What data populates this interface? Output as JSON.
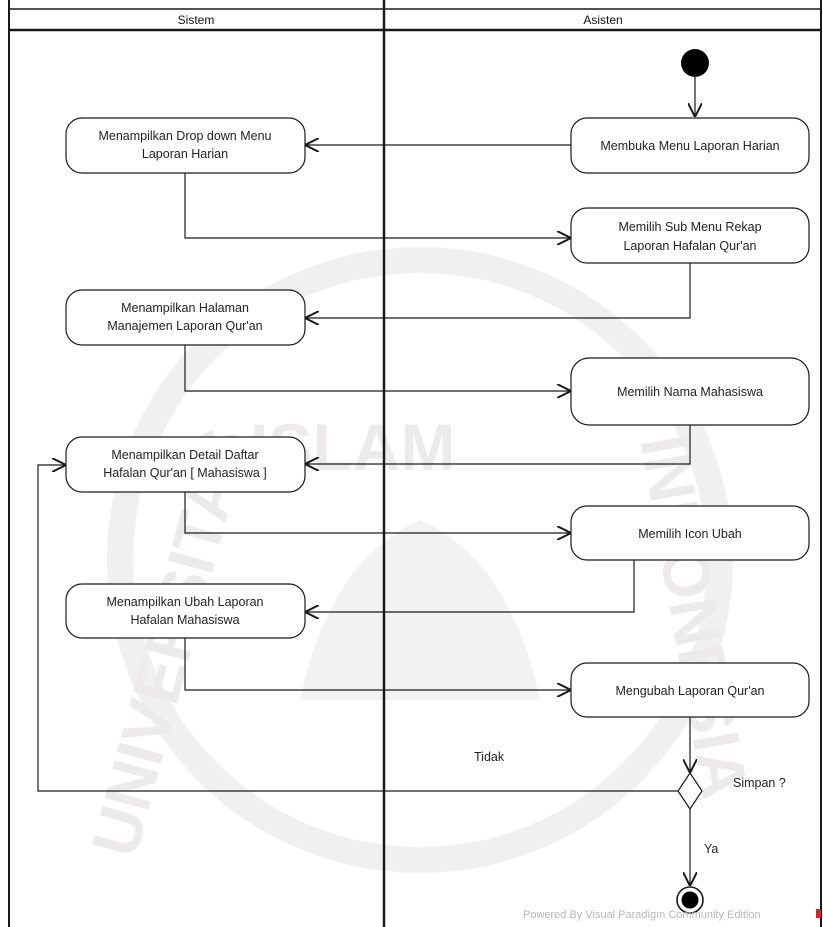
{
  "swimlanes": {
    "left_title": "Sistem",
    "right_title": "Asisten"
  },
  "nodes": {
    "sys_dropdown": [
      "Menampilkan Drop down Menu",
      "Laporan Harian"
    ],
    "sys_manajemen": [
      "Menampilkan Halaman",
      "Manajemen Laporan Qur'an"
    ],
    "sys_detail": [
      "Menampilkan Detail Daftar",
      "Hafalan Qur'an [ Mahasiswa ]"
    ],
    "sys_ubah": [
      "Menampilkan Ubah Laporan",
      "Hafalan Mahasiswa"
    ],
    "ast_buka": [
      "Membuka Menu Laporan Harian"
    ],
    "ast_submenu": [
      "Memilih Sub Menu Rekap",
      "Laporan Hafalan Qur'an"
    ],
    "ast_nama": [
      "Memilih Nama Mahasiswa"
    ],
    "ast_icon": [
      "Memilih Icon Ubah"
    ],
    "ast_ubah": [
      "Mengubah Laporan Qur'an"
    ]
  },
  "decision": {
    "question": "Simpan ?",
    "no_label": "Tidak",
    "yes_label": "Ya"
  },
  "watermark": {
    "text_left": "UNIVERSITAS",
    "text_top": "ISLAM",
    "text_right": "INDONESIA"
  },
  "footer": {
    "powered_by": "Powered By  Visual Paradigm Community Edition"
  },
  "colors": {
    "line": "#1a1a1a",
    "node_fill": "#ffffff",
    "watermark": "#eceaea",
    "footer": "#b8b8b8"
  }
}
